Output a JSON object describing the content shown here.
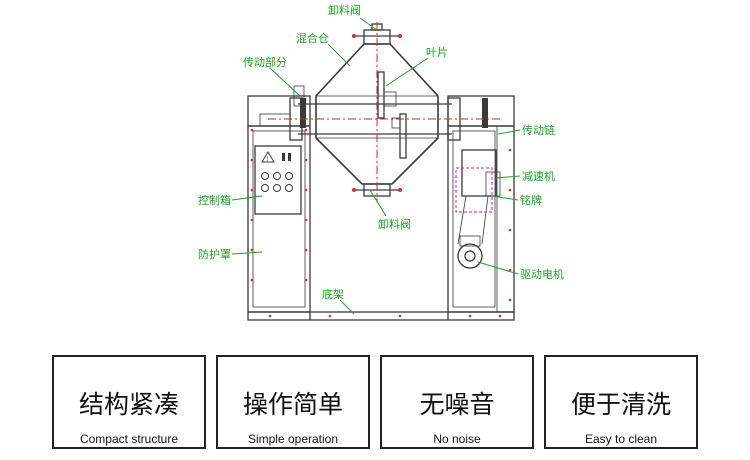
{
  "diagram": {
    "labels": {
      "discharge_valve_top": "卸料阀",
      "mixing_chamber": "混合仓",
      "transmission_part": "传动部分",
      "blade": "叶片",
      "transmission_chain": "传动链",
      "reducer": "减速机",
      "nameplate": "铭牌",
      "control_box": "控制箱",
      "protective_cover": "防护罩",
      "discharge_valve_bottom": "卸料阀",
      "drive_motor": "驱动电机",
      "base_frame": "底架"
    },
    "colors": {
      "lines": "#3a3a3a",
      "labels": "#1fa02a",
      "centerline": "#e02020",
      "magenta": "#d020c0"
    }
  },
  "features": [
    {
      "cn": "结构紧凑",
      "en": "Compact structure"
    },
    {
      "cn": "操作简单",
      "en": "Simple operation"
    },
    {
      "cn": "无噪音",
      "en": "No noise"
    },
    {
      "cn": "便于清洗",
      "en": "Easy to clean"
    }
  ]
}
